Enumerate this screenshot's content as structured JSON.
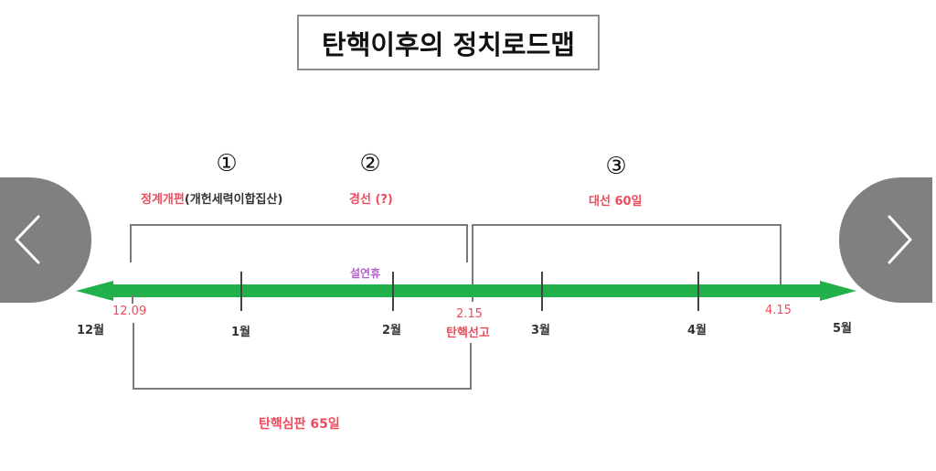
{
  "title": "탄핵이후의 정치로드맵",
  "phases": [
    {
      "number": "①",
      "label_red": "정계개편",
      "label_black": "(개헌세력이합집산)"
    },
    {
      "number": "②",
      "label_red": "경선 (?)"
    },
    {
      "number": "③",
      "label_red": "대선 60일"
    }
  ],
  "timeline": {
    "months": [
      "12월",
      "1월",
      "2월",
      "3월",
      "4월",
      "5월"
    ],
    "events": {
      "start_date": "12.09",
      "verdict_date": "2.15",
      "verdict_label": "탄핵선고",
      "election_date": "4.15",
      "holiday": "설연휴"
    },
    "bottom_bracket_label": "탄핵심판 65일"
  },
  "colors": {
    "arrow_green": "#22b04b",
    "highlight_red": "#f04a5c",
    "holiday_purple": "#b65ed0",
    "nav_gray": "#808080"
  },
  "nav": {
    "prev_icon": "chevron-left-icon",
    "next_icon": "chevron-right-icon"
  }
}
